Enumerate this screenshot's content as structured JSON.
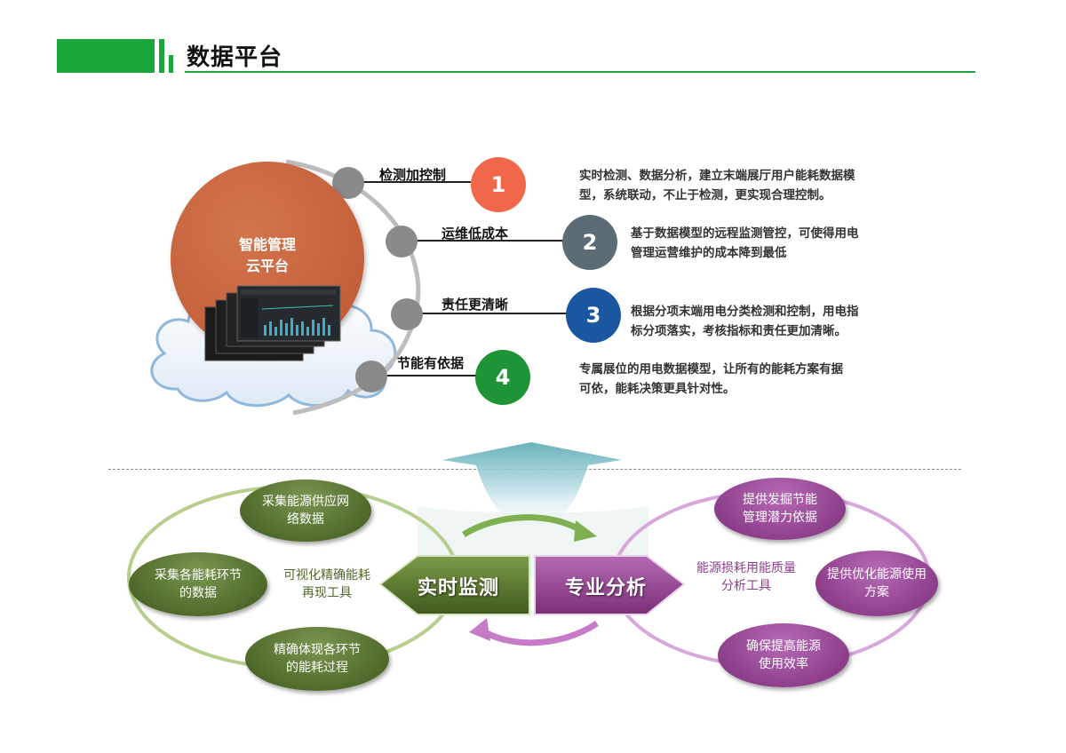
{
  "header": {
    "title": "数据平台"
  },
  "platform": {
    "line1": "智能管理",
    "line2": "云平台"
  },
  "features": [
    {
      "label": "检测加控制",
      "number": "1",
      "color": "#f0674c",
      "desc1": "实时检测、数据分析，建立末端展厅用户能耗数据模",
      "desc2": "型，系统联动，不止于检测，更实现合理控制。"
    },
    {
      "label": "运维低成本",
      "number": "2",
      "color": "#5b6c76",
      "desc1": "基于数据模型的远程监测管控，可使得用电",
      "desc2": "管理运营维护的成本降到最低"
    },
    {
      "label": "责任更清晰",
      "number": "3",
      "color": "#1b56a0",
      "desc1": "根据分项末端用电分类检测和控制，用电指",
      "desc2": "标分项落实，考核指标和责任更加清晰。"
    },
    {
      "label": "节能有依据",
      "number": "4",
      "color": "#1e9436",
      "desc1": "专属展位的用电数据模型，让所有的能耗方案有据",
      "desc2": "可依，能耗决策更具针对性。"
    }
  ],
  "cycle": {
    "left_center": "实时监测",
    "right_center": "专业分析",
    "left_mid_line1": "可视化精确能耗",
    "left_mid_line2": "再现工具",
    "right_mid_line1": "能源损耗用能质量",
    "right_mid_line2": "分析工具",
    "green_nodes": [
      {
        "line1": "采集能源供应网",
        "line2": "络数据"
      },
      {
        "line1": "采集各能耗环节",
        "line2": "的数据"
      },
      {
        "line1": "精确体现各环节",
        "line2": "的能耗过程"
      }
    ],
    "purple_nodes": [
      {
        "line1": "提供发掘节能",
        "line2": "管理潜力依据"
      },
      {
        "line1": "提供优化能源使用",
        "line2": "方案"
      },
      {
        "line1": "确保提高能源",
        "line2": "使用效率"
      }
    ]
  },
  "colors": {
    "accent": "#1aa63a",
    "green_text": "#4f6a2a",
    "purple_text": "#8e3f8c"
  }
}
